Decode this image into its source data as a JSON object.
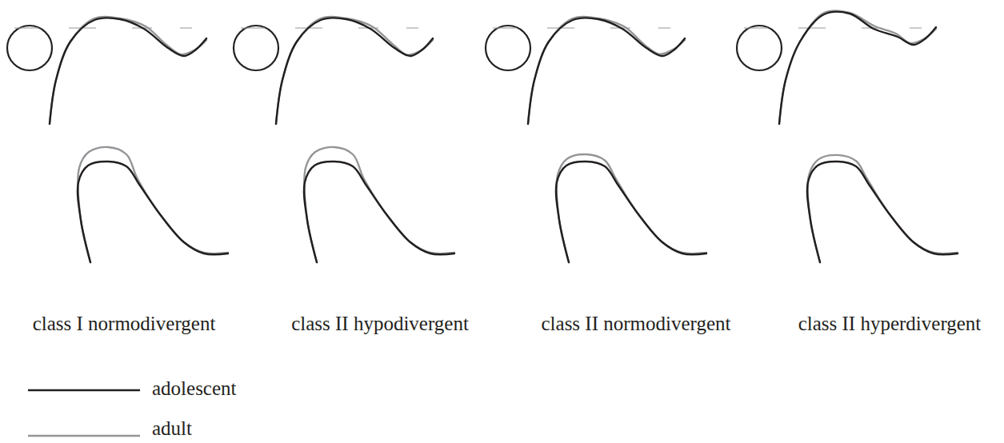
{
  "diagram": {
    "labels": [
      "class I normodivergent",
      "class II hypodivergent",
      "class II normodivergent",
      "class II hyperdivergent"
    ],
    "legend": [
      {
        "text": "adolescent"
      },
      {
        "text": "adult"
      }
    ]
  }
}
